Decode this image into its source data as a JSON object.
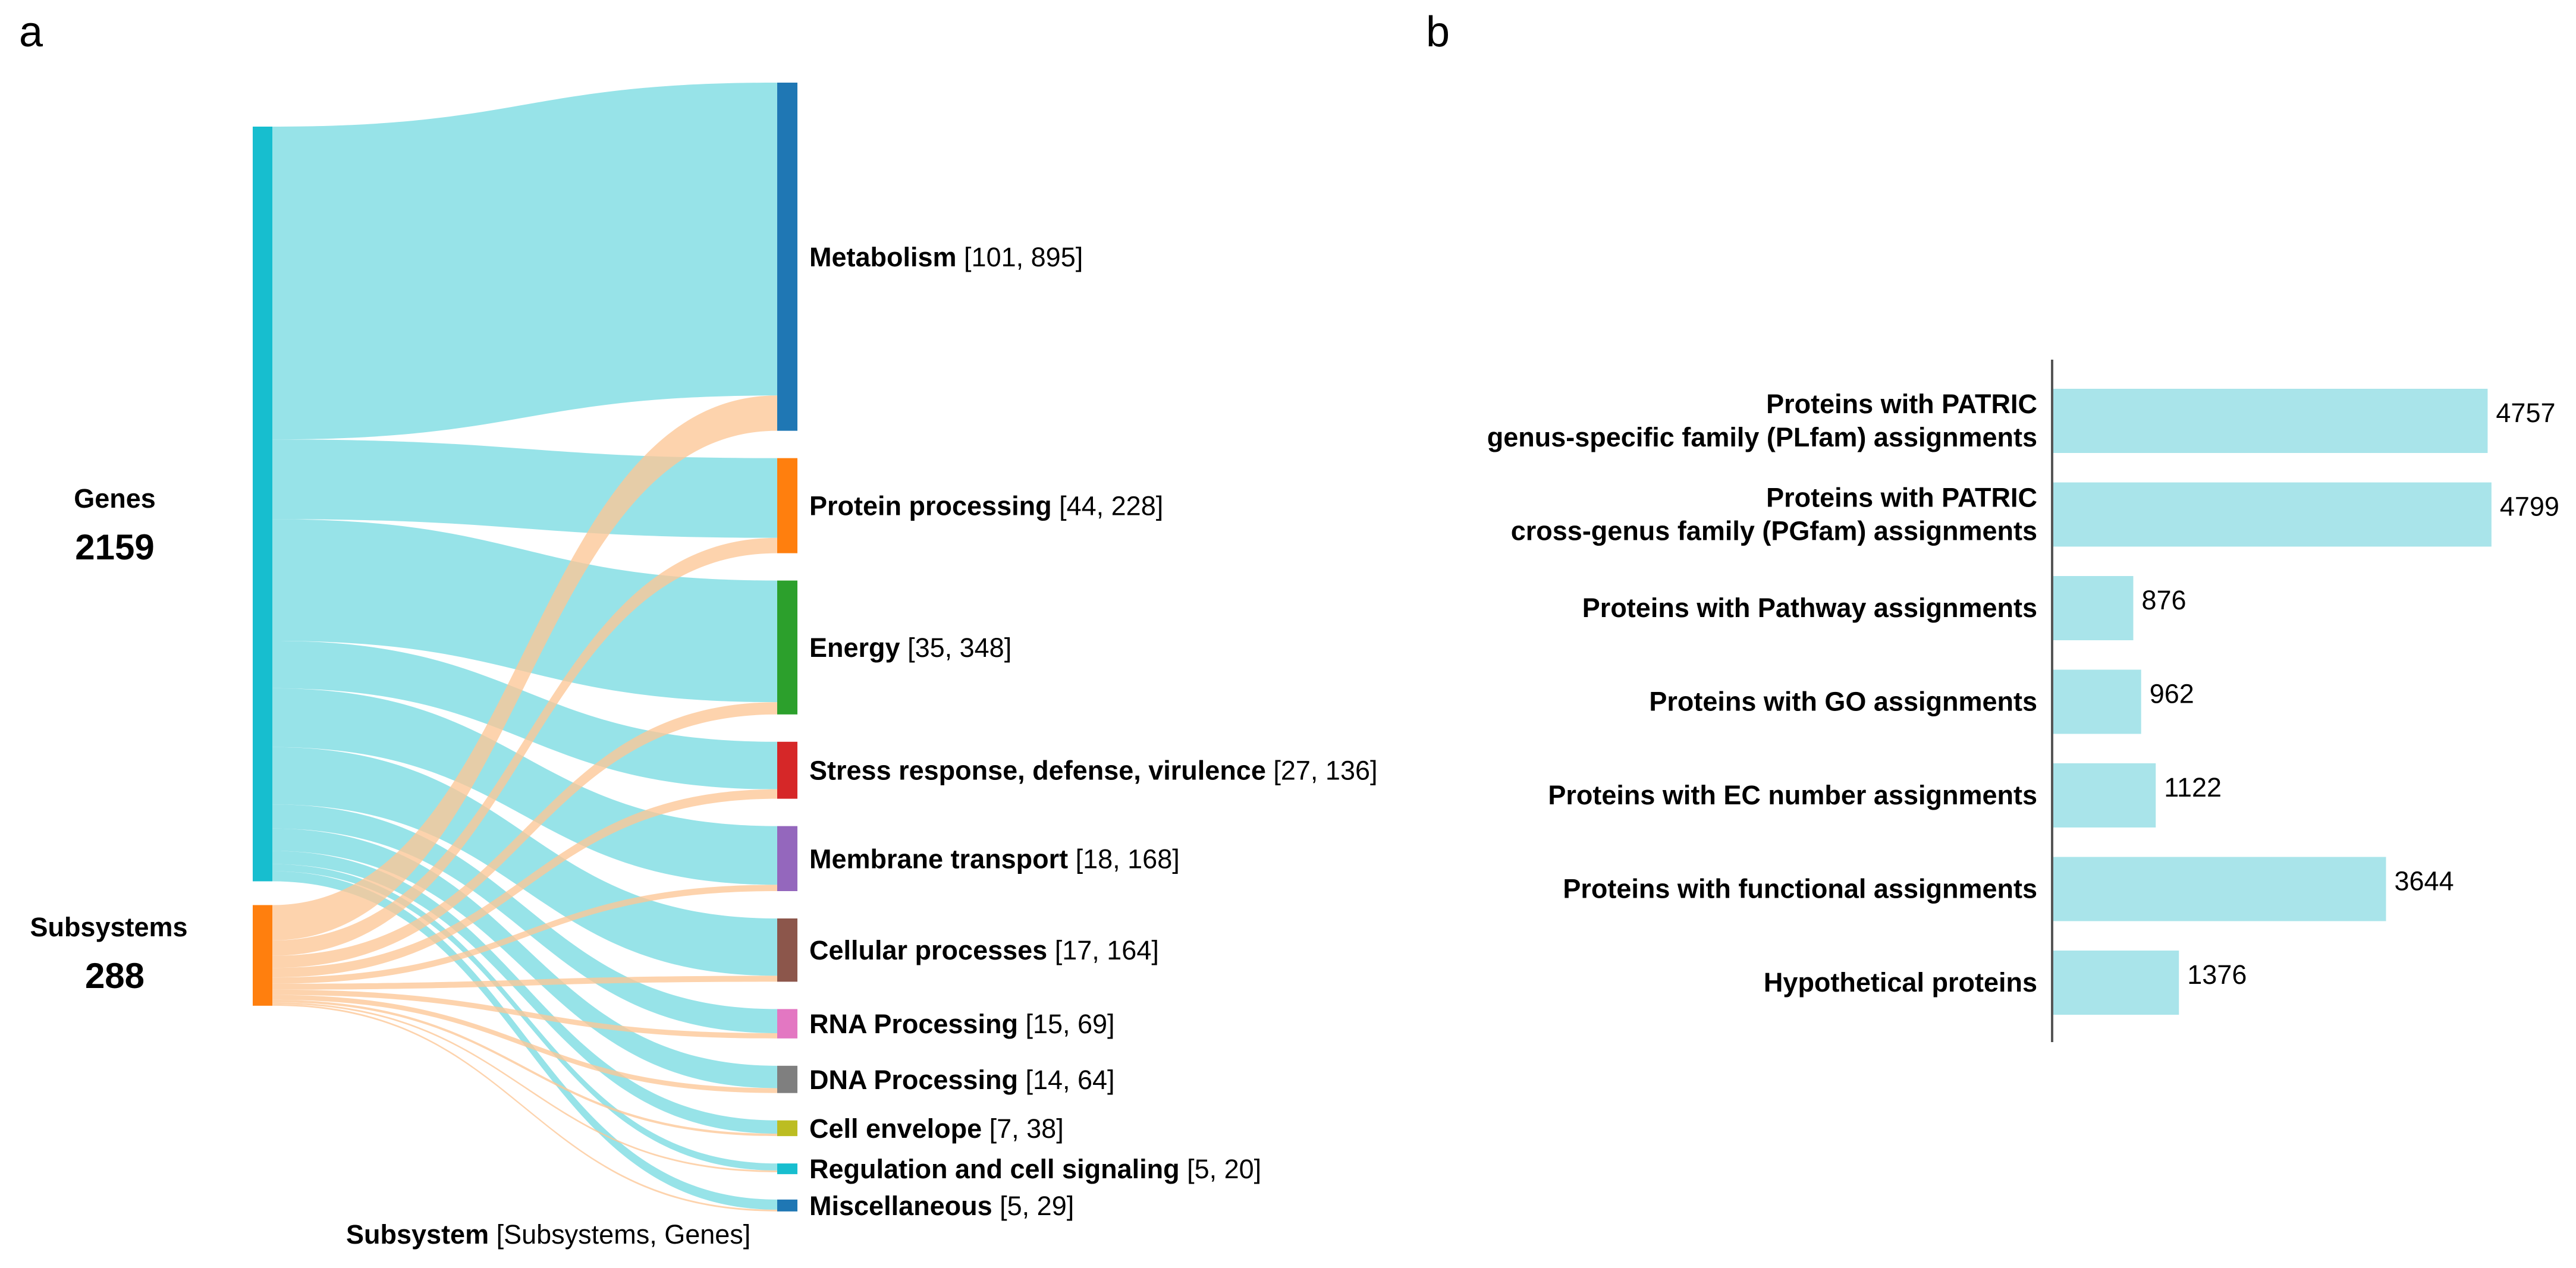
{
  "panel_labels": {
    "a": "a",
    "b": "b"
  },
  "chart_data": [
    {
      "type": "sankey",
      "panel": "a",
      "sources": [
        {
          "id": "genes",
          "label": "Genes",
          "value": "2159",
          "color": "#17becf",
          "link_color": "#95e2e8"
        },
        {
          "id": "subsystems",
          "label": "Subsystems",
          "value": "288",
          "color": "#ff7f0e",
          "link_color": "#fdc796"
        }
      ],
      "categories": [
        {
          "name": "Metabolism",
          "subsystems": 101,
          "genes": 895,
          "color": "#1f77b4",
          "label_suffix": "[101, 895]"
        },
        {
          "name": "Protein processing",
          "subsystems": 44,
          "genes": 228,
          "color": "#ff7f0e",
          "label_suffix": "[44, 228]"
        },
        {
          "name": "Energy",
          "subsystems": 35,
          "genes": 348,
          "color": "#2ca02c",
          "label_suffix": "[35, 348]"
        },
        {
          "name": "Stress response, defense, virulence",
          "subsystems": 27,
          "genes": 136,
          "color": "#d62728",
          "label_suffix": "[27, 136]"
        },
        {
          "name": "Membrane transport",
          "subsystems": 18,
          "genes": 168,
          "color": "#9467bd",
          "label_suffix": "[18, 168]"
        },
        {
          "name": "Cellular processes",
          "subsystems": 17,
          "genes": 164,
          "color": "#8c564b",
          "label_suffix": "[17, 164]"
        },
        {
          "name": "RNA Processing",
          "subsystems": 15,
          "genes": 69,
          "color": "#e377c2",
          "label_suffix": "[15, 69]"
        },
        {
          "name": "DNA Processing",
          "subsystems": 14,
          "genes": 64,
          "color": "#7f7f7f",
          "label_suffix": "[14, 64]"
        },
        {
          "name": "Cell envelope",
          "subsystems": 7,
          "genes": 38,
          "color": "#bcbd22",
          "label_suffix": "[7, 38]"
        },
        {
          "name": "Regulation and cell signaling",
          "subsystems": 5,
          "genes": 20,
          "color": "#17becf",
          "label_suffix": "[5, 20]"
        },
        {
          "name": "Miscellaneous",
          "subsystems": 5,
          "genes": 29,
          "color": "#1f77b4",
          "label_suffix": "[5, 29]"
        }
      ],
      "footer": {
        "bold": "Subsystem",
        "rest": " [Subsystems, Genes]"
      }
    },
    {
      "type": "bar",
      "panel": "b",
      "orientation": "horizontal",
      "bar_color": "#a9e4ea",
      "categories": [
        [
          "Proteins with PATRIC",
          "genus-specific family (PLfam) assignments"
        ],
        [
          "Proteins with PATRIC ",
          "cross-genus family (PGfam) assignments"
        ],
        [
          "Proteins with Pathway assignments"
        ],
        [
          "Proteins with GO assignments"
        ],
        [
          "Proteins with EC number assignments"
        ],
        [
          "Proteins with functional assignments"
        ],
        [
          "Hypothetical proteins"
        ]
      ],
      "values": [
        4757,
        4799,
        876,
        962,
        1122,
        3644,
        1376
      ],
      "value_labels": [
        "4757",
        "4799",
        "876",
        "962",
        "1122",
        "3644",
        "1376"
      ],
      "xlim": [
        0,
        4800
      ]
    }
  ]
}
